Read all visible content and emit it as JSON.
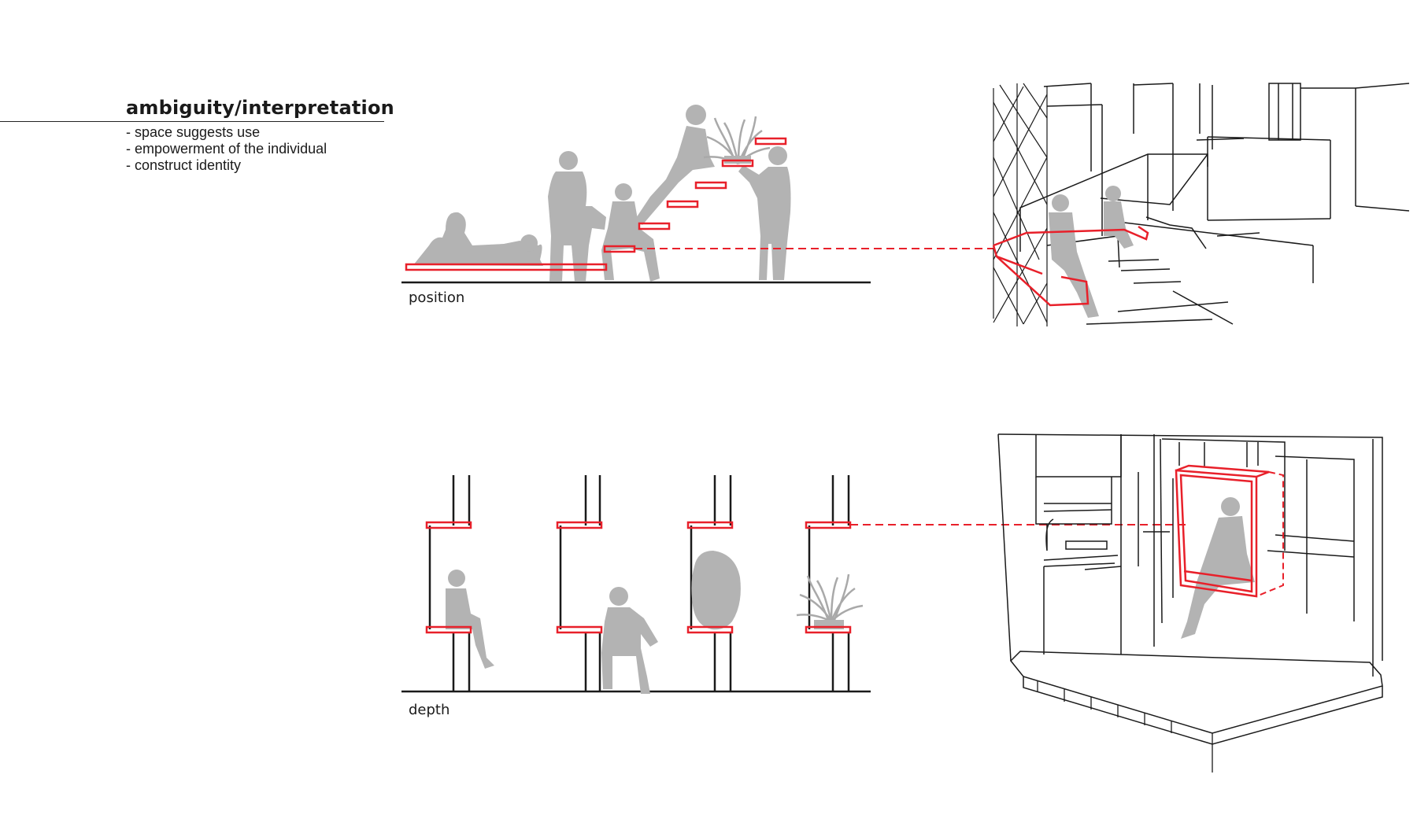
{
  "header": {
    "title": "ambiguity/interpretation",
    "bullets": [
      "- space suggests use",
      "- empowerment of the individual",
      "- construct identity"
    ]
  },
  "sections": {
    "position": {
      "label": "position"
    },
    "depth": {
      "label": "depth"
    }
  },
  "colors": {
    "accent": "#e8202a",
    "silhouette": "#b3b3b3",
    "line": "#1a1a1a"
  },
  "icons": [
    "person-silhouette-icon",
    "plant-icon"
  ]
}
